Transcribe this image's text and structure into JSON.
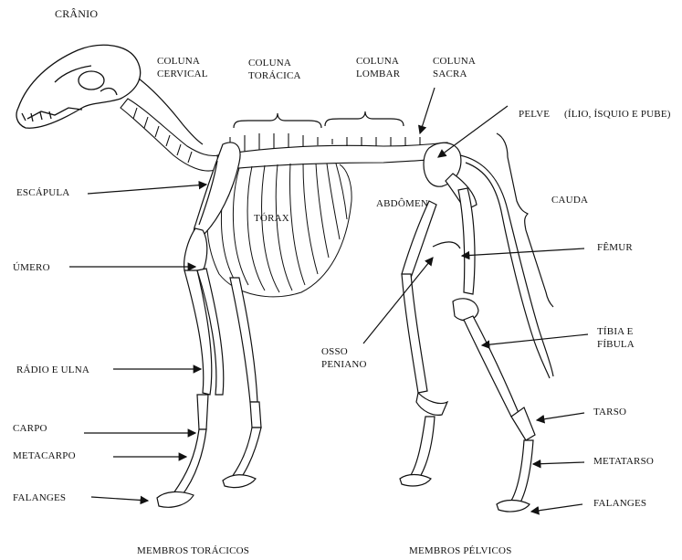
{
  "labels": {
    "cranio": "CRÂNIO",
    "coluna_cervical": "COLUNA\nCERVICAL",
    "coluna_toracica": "COLUNA\nTORÁCICA",
    "coluna_lombar": "COLUNA\nLOMBAR",
    "coluna_sacra": "COLUNA\nSACRA",
    "pelve": "PELVE",
    "pelve_detail": "(ÍLIO, ÍSQUIO E PUBE)",
    "escapula": "ESCÁPULA",
    "torax": "TÓRAX",
    "abdomen": "ABDÔMEN",
    "cauda": "CAUDA",
    "umero": "ÚMERO",
    "femur": "FÊMUR",
    "osso_peniano": "OSSO\nPENIANO",
    "tibia_fibula": "TÍBIA E\nFÍBULA",
    "radio_ulna": "RÁDIO E ULNA",
    "carpo": "CARPO",
    "metacarpo": "METACARPO",
    "falanges_left": "FALANGES",
    "tarso": "TARSO",
    "metatarso": "METATARSO",
    "falanges_right": "FALANGES",
    "membros_toracicos": "MEMBROS TORÁCICOS",
    "membros_pelvicos": "MEMBROS PÉLVICOS"
  },
  "colors": {
    "line": "#111111",
    "bone": "#ffffff",
    "shade": "#9a9a9a"
  }
}
